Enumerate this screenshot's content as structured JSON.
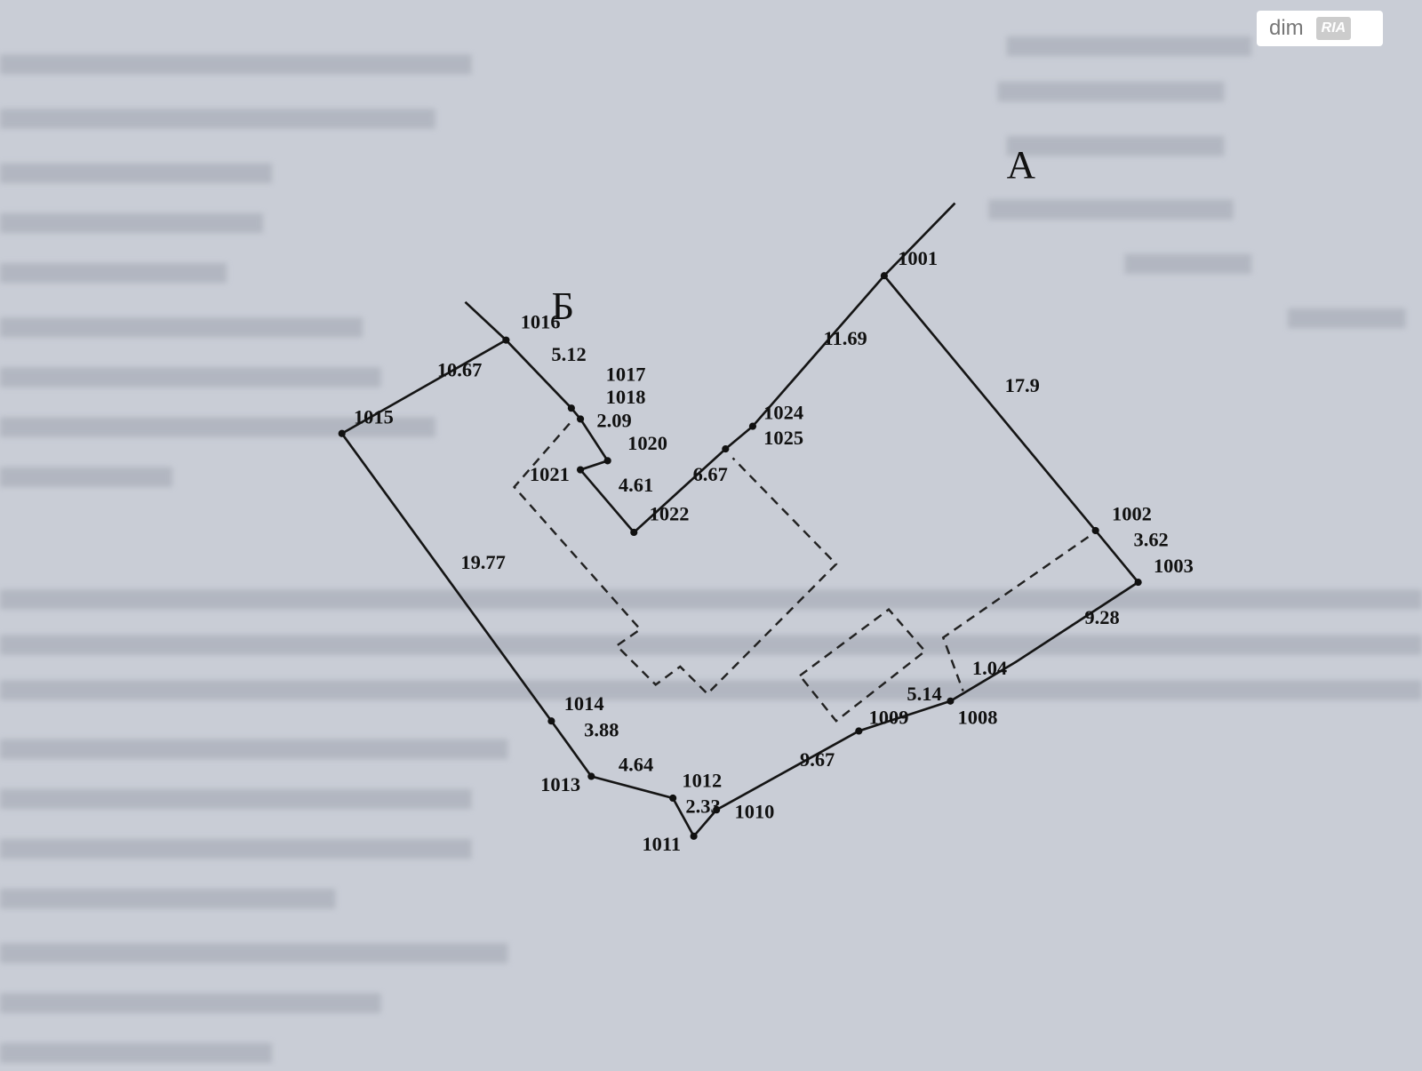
{
  "logo": {
    "dim": "dim",
    "ria": "RIA"
  },
  "directions": {
    "a": "А",
    "b": "Б"
  },
  "points": {
    "p1001": "1001",
    "p1002": "1002",
    "p1003": "1003",
    "p1009": "1009",
    "p1008": "1008",
    "p1010": "1010",
    "p1011": "1011",
    "p1012": "1012",
    "p1013": "1013",
    "p1014": "1014",
    "p1015": "1015",
    "p1016": "1016",
    "p1017": "1017",
    "p1018": "1018",
    "p1020": "1020",
    "p1021": "1021",
    "p1022": "1022",
    "p1024": "1024",
    "p1025": "1025"
  },
  "lengths": {
    "l1": "11.69",
    "l2": "17.9",
    "l3": "3.62",
    "l4": "9.28",
    "l5": "5.14",
    "l6": "9.67",
    "l7": "2.33",
    "l8": "4.64",
    "l9": "3.88",
    "l10": "19.77",
    "l11": "10.67",
    "l12": "5.12",
    "l13": "2.09",
    "l14": "4.61",
    "l15": "6.67",
    "l16": "1.04"
  }
}
